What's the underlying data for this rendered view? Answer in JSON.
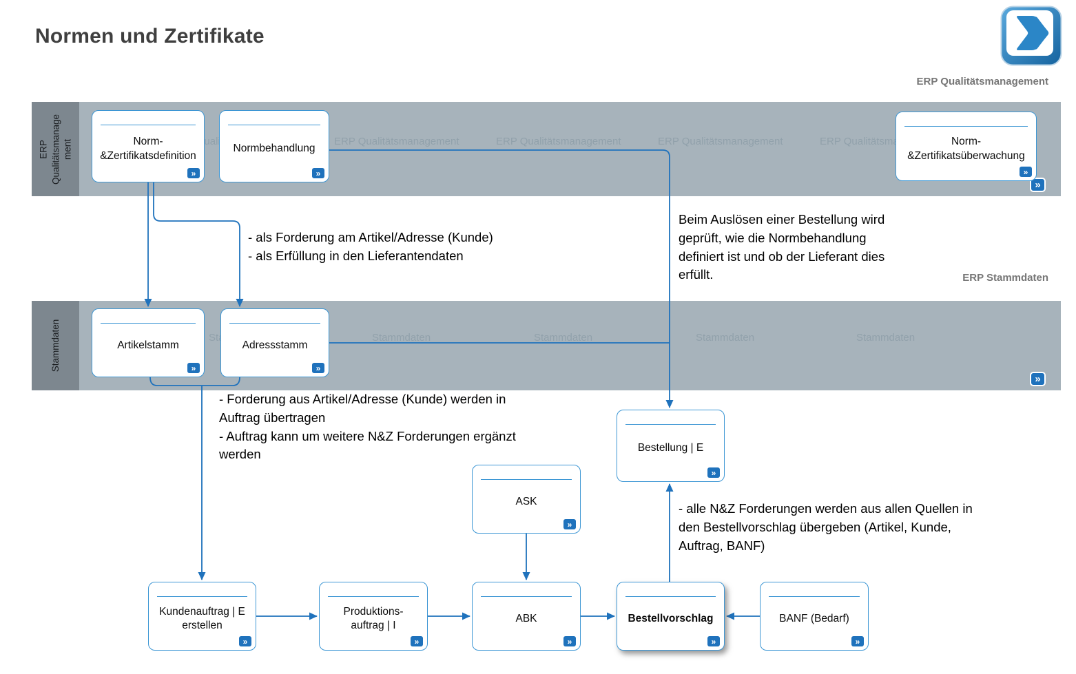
{
  "page": {
    "title": "Normen und Zertifikate",
    "header_caption": "ERP Qualitätsmanagement",
    "stammdaten_caption": "ERP Stammdaten"
  },
  "colors": {
    "accent_blue": "#1F72BC",
    "box_border_blue": "#3C96D4",
    "lane_body_gray": "#A7B3BB",
    "lane_sidebar_gray": "#7D878F",
    "watermark_gray": "#91A1AB",
    "title_gray": "#3F3F3F",
    "caption_gray": "#767676"
  },
  "icons": {
    "forward_chevron": "»"
  },
  "lanes": {
    "qm": {
      "label": "ERP\nQualitätsmanage\nment",
      "watermark": "ERP Qualitätsmanagement"
    },
    "stamm": {
      "label": "Stammdaten",
      "watermark": "Stammdaten"
    }
  },
  "nodes": {
    "norm_def": {
      "label": "Norm-\n&Zertifikatsdefinition"
    },
    "normbehandlung": {
      "label": "Normbehandlung"
    },
    "norm_ueberwachung": {
      "label": "Norm-\n&Zertifikatsüberwachung"
    },
    "artikelstamm": {
      "label": "Artikelstamm"
    },
    "adressstamm": {
      "label": "Adressstamm"
    },
    "bestellung": {
      "label": "Bestellung | E"
    },
    "ask": {
      "label": "ASK"
    },
    "kundenauftrag": {
      "label": "Kundenauftrag | E\nerstellen"
    },
    "produktionsauftrag": {
      "label": "Produktions-\nauftrag | I"
    },
    "abk": {
      "label": "ABK"
    },
    "bestellvorschlag": {
      "label": "Bestellvorschlag"
    },
    "banf": {
      "label": "BANF (Bedarf)"
    }
  },
  "annotations": {
    "forderung_artikel": "- als Forderung am Artikel/Adresse (Kunde)\n- als Erfüllung in den Lieferantendaten",
    "bestellung_pruefung": "Beim Auslösen einer Bestellung wird\ngeprüft, wie die Normbehandlung\ndefiniert ist und ob der Lieferant dies\nerfüllt.",
    "auftrag_uebertragung": "- Forderung aus Artikel/Adresse (Kunde) werden in\nAuftrag übertragen\n- Auftrag kann um weitere N&Z Forderungen ergänzt\nwerden",
    "bestellvorschlag_quellen": "- alle N&Z Forderungen werden aus allen Quellen in\nden Bestellvorschlag übergeben (Artikel, Kunde,\nAuftrag, BANF)"
  }
}
